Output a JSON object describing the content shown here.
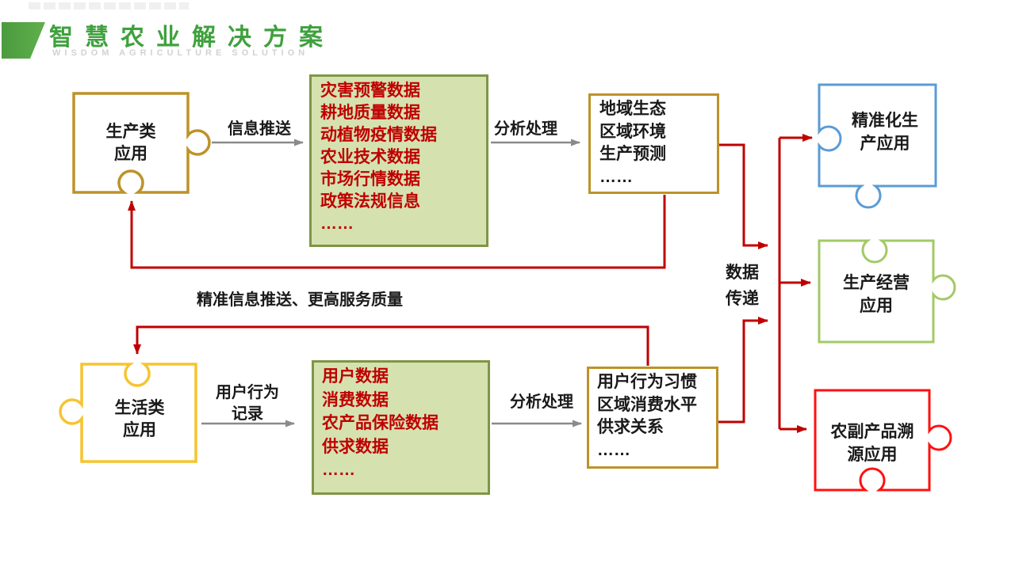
{
  "header": {
    "title": "智慧农业解决方案",
    "subtitle": "WISDOM AGRICULTURE SOLUTION"
  },
  "nodes": {
    "production_app": {
      "label": "生产类\n应用"
    },
    "life_app": {
      "label": "生活类\n应用"
    },
    "production_data": {
      "text": "灾害预警数据\n耕地质量数据\n动植物疫情数据\n农业技术数据\n市场行情数据\n政策法规信息\n……"
    },
    "production_result": {
      "text": "地域生态\n区域环境\n生产预测\n……"
    },
    "life_data": {
      "text": "用户数据\n消费数据\n农产品保险数据\n供求数据\n……"
    },
    "life_result": {
      "text": "用户行为习惯\n区域消费水平\n供求关系\n……"
    },
    "precision_production_app": {
      "label": "精准化生\n产应用"
    },
    "production_management_app": {
      "label": "生产经营\n应用"
    },
    "produce_traceability_app": {
      "label": "农副产品溯\n源应用"
    }
  },
  "edges": {
    "info_push_label": "信息推送",
    "analysis_top_label": "分析处理",
    "user_behavior_label": "用户行为\n记录",
    "analysis_bottom_label": "分析处理",
    "feedback_label": "精准信息推送、更高服务质量",
    "data_transfer_label": "数据\n传递"
  },
  "colors": {
    "title_green": "#3FA13D",
    "logo_green": "#55A647",
    "gold": "#BD9229",
    "bright_yellow": "#F6C42F",
    "data_box_fill": "#D5E2B0",
    "data_box_border": "#7E9646",
    "list_red": "#C00000",
    "connector_red": "#C00000",
    "connector_gray": "#8A8A8A",
    "puzzle_blue": "#5B9BD5",
    "puzzle_green": "#A3C966",
    "puzzle_red": "#FF1010",
    "node_fill": "#FFFFFF"
  }
}
